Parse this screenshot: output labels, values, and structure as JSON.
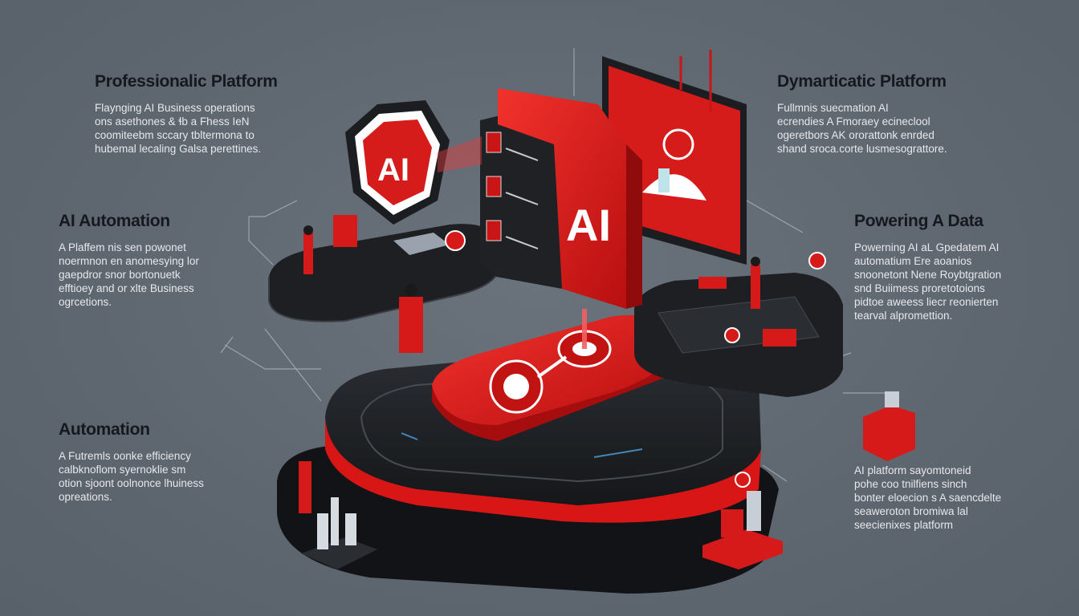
{
  "blocks": [
    {
      "title": "Professionalic Platform",
      "lines": [
        "Flaynging AI Business operations",
        "ons asethones & ɬb a Fhess IeN",
        "coomiteebm sccary tbltermona to",
        "hubemal lecaling Galsa perettines."
      ]
    },
    {
      "title": "Dymarticatic Platform",
      "lines": [
        "Fullmnis suecmation AI",
        "ecrendies A Fmoraey ecineclool",
        "ogeretbors AK ororattonk enrded",
        "shand sroca.corte lusmesograttore."
      ]
    },
    {
      "title": "AI Automation",
      "lines": [
        "A Plaffem nis sen powonet",
        "noermnon en anomesying lor",
        "gaepdror snor bortonuetk",
        "efftioey and or xlte Business",
        "ogrcetions."
      ]
    },
    {
      "title": "Powering A Data",
      "lines": [
        "Powerning AI aL Gpedatem AI",
        "automatium Ere aoanios",
        "snoonetont Nene Roybtgration",
        "snd Buiimess proretotoions",
        "pidtoe aweess liecr reonierten",
        "tearval alpromettion."
      ]
    },
    {
      "title": "Automation",
      "lines": [
        "A Futremls oonke efficiency",
        "calbknoflom syernoklie sm",
        "otion sjoont oolnonce lhuiness",
        "opreations."
      ]
    },
    {
      "title": "",
      "lines": [
        "AI platform sayomtoneid",
        "pohe coo tnilfiens sinch",
        "bonter eloecion s A saencdelte",
        "seaweroton bromiwa lal",
        "seecienixes platform"
      ]
    }
  ],
  "illustration": {
    "hexagon_label": "AI",
    "tower_label": "AI",
    "colors": {
      "accent": "#e31b1b",
      "dark": "#1c1e22",
      "background": "#5f6872",
      "title": "#15191f",
      "body": "#e6e9ec"
    }
  }
}
